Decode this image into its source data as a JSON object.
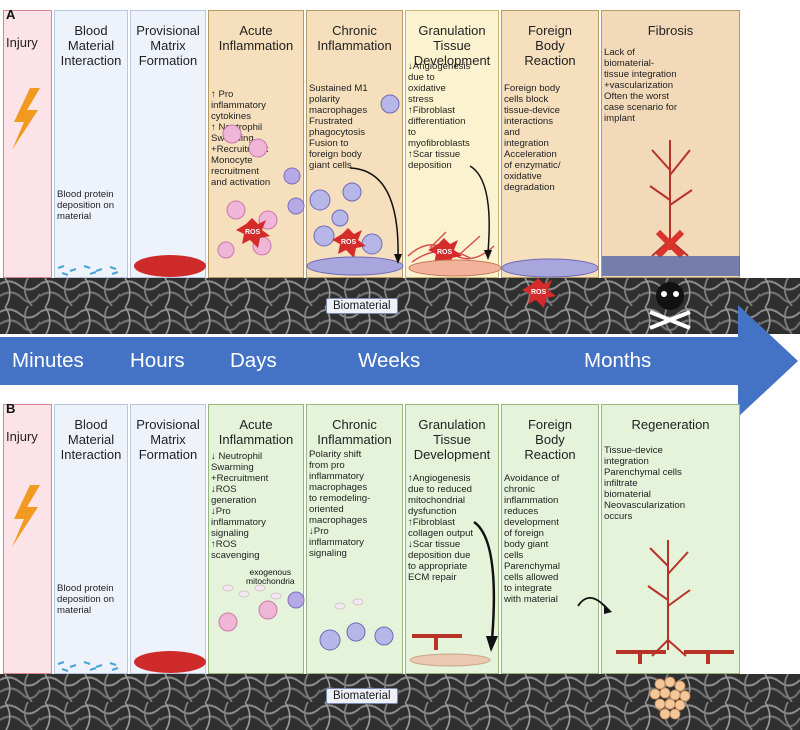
{
  "panelA": {
    "letter": "A",
    "columns": [
      {
        "key": "injury",
        "title": "Injury",
        "desc": "",
        "bg": "#fbe3e7",
        "border": "#d6868f"
      },
      {
        "key": "bmi",
        "title": "Blood\nMaterial\nInteraction",
        "desc": "Blood protein\ndeposition on\nmaterial",
        "bg": "#eef3fb",
        "border": "#b9c6dd"
      },
      {
        "key": "pmf",
        "title": "Provisional\nMatrix\nFormation",
        "desc": "",
        "bg": "#eef3fb",
        "border": "#b9c6dd"
      },
      {
        "key": "acute",
        "title": "Acute\nInflammation",
        "desc": "↑ Pro\ninflammatory\ncytokines\n↑ Neutrophil\nSwarming\n+Recruitment\n  Monocyte\n  recruitment\n  and activation",
        "bg": "#f5dfbd",
        "border": "#b89b64"
      },
      {
        "key": "chronic",
        "title": "Chronic\nInflammation",
        "desc": "Sustained M1\npolarity\nmacrophages\nFrustrated\nphagocytosis\nFusion to\nforeign body\ngiant cells",
        "bg": "#f5dfbd",
        "border": "#b89b64"
      },
      {
        "key": "granulation",
        "title": "Granulation\nTissue\nDevelopment",
        "desc": "↓Angiogenesis\ndue to\noxidative\nstress\n↑Fibroblast\ndifferentiation\nto\nmyofibroblasts\n↑Scar tissue\ndeposition",
        "bg": "#fbf3cf",
        "border": "#c9b873"
      },
      {
        "key": "fbr",
        "title": "Foreign\nBody\nReaction",
        "desc": "Foreign body\ncells block\ntissue-device\ninteractions\nand\nintegration\nAcceleration\nof enzymatic/\noxidative\ndegradation",
        "bg": "#f5dfbd",
        "border": "#b89b64"
      },
      {
        "key": "fibrosis",
        "title": "Fibrosis",
        "desc": "Lack of\nbiomaterial-\ntissue integration\n+vascularization\nOften the worst\ncase scenario for\nimplant",
        "bg": "#f2d9b9",
        "border": "#b89b64"
      }
    ],
    "ros_label": "ROS",
    "biomaterial_label": "Biomaterial"
  },
  "timeline": {
    "labels": [
      "Minutes",
      "Hours",
      "Days",
      "Weeks",
      "Months"
    ],
    "color": "#4472c4"
  },
  "panelB": {
    "letter": "B",
    "columns": [
      {
        "key": "injury",
        "title": "Injury",
        "desc": "",
        "bg": "#fbe3e7",
        "border": "#d6868f"
      },
      {
        "key": "bmi",
        "title": "Blood\nMaterial\nInteraction",
        "desc": "Blood protein\ndeposition on\nmaterial",
        "bg": "#eef3fb",
        "border": "#b9c6dd"
      },
      {
        "key": "pmf",
        "title": "Provisional\nMatrix\nFormation",
        "desc": "",
        "bg": "#eef3fb",
        "border": "#b9c6dd"
      },
      {
        "key": "acute",
        "title": "Acute\nInflammation",
        "desc": "↓ Neutrophil\nSwarming\n+Recruitment\n↓ROS\ngeneration\n↓Pro\ninflammatory\nsignaling\n↑ROS\nscavenging",
        "bg": "#e5f3da",
        "border": "#94b87e"
      },
      {
        "key": "chronic",
        "title": "Chronic\nInflammation",
        "desc": "Polarity shift\nfrom pro\ninflammatory\nmacrophages\nto remodeling-\noriented\nmacrophages\n↓Pro\ninflammatory\nsignaling",
        "bg": "#e5f3da",
        "border": "#94b87e"
      },
      {
        "key": "granulation",
        "title": "Granulation\nTissue\nDevelopment",
        "desc": "↑Angiogenesis\ndue to reduced\nmitochondrial\ndysfunction\n↑Fibroblast\ncollagen output\n↓Scar tissue\ndeposition due\nto appropriate\nECM repair",
        "bg": "#e5f3da",
        "border": "#94b87e"
      },
      {
        "key": "fbr",
        "title": "Foreign\nBody\nReaction",
        "desc": "Avoidance of\nchronic\ninflammation\nreduces\ndevelopment\nof foreign\nbody giant\ncells\nParenchymal\ncells allowed\nto integrate\nwith material",
        "bg": "#e5f3da",
        "border": "#94b87e"
      },
      {
        "key": "regeneration",
        "title": "Regeneration",
        "desc": "Tissue-device\nintegration\nParenchymal cells\ninfiltrate\nbiomaterial\nNeovascularization\noccurs",
        "bg": "#e5f3da",
        "border": "#94b87e"
      }
    ],
    "mito_label": "exogenous\nmitochondria",
    "biomaterial_label": "Biomaterial"
  }
}
